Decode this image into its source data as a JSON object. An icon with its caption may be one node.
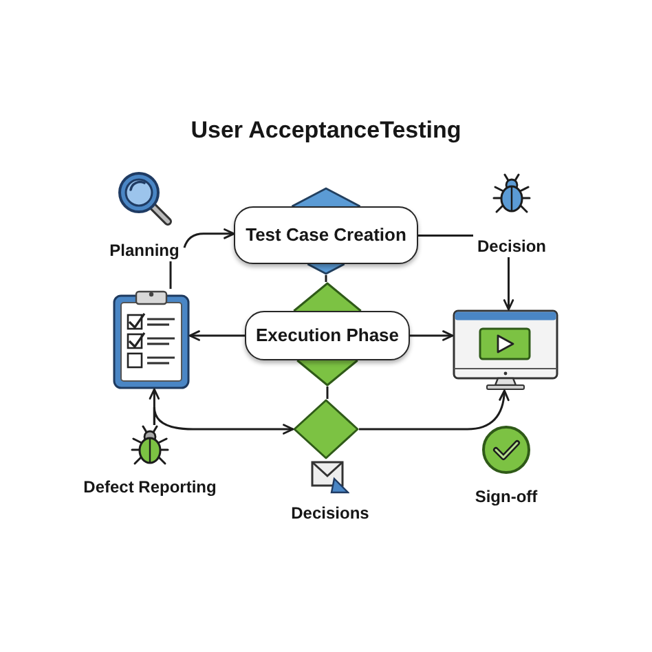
{
  "diagram": {
    "title": "User AcceptanceTesting",
    "nodes": [
      {
        "text": [
          "Planning"
        ]
      },
      {
        "text": [
          "Test Case Creation"
        ]
      },
      {
        "text": [
          "Decision"
        ]
      },
      {
        "text": [],
        "shape": "picture"
      },
      {
        "text": [
          "Execution Phase"
        ]
      },
      {
        "text": [],
        "shape": "picture"
      },
      {
        "text": [],
        "shape": "diamond"
      },
      {
        "text": [
          "Defect Reporting"
        ]
      },
      {
        "text": [
          "Decisions"
        ]
      },
      {
        "text": [
          "Sign-off"
        ]
      }
    ],
    "edges": [
      {
        "from": 3,
        "to": 0,
        "arrow": "none"
      },
      {
        "from": 0,
        "to": 1,
        "arrow": "to"
      },
      {
        "from": 1,
        "to": 4,
        "arrow": "none"
      },
      {
        "from": 1,
        "to": 2,
        "arrow": "none"
      },
      {
        "from": 2,
        "to": 5,
        "arrow": "to"
      },
      {
        "from": 4,
        "to": 3,
        "arrow": "to"
      },
      {
        "from": 4,
        "to": 5,
        "arrow": "to"
      },
      {
        "from": 4,
        "to": 6,
        "arrow": "none"
      },
      {
        "from": 7,
        "to": 3,
        "arrow": "to"
      },
      {
        "from": 7,
        "to": 6,
        "arrow": "to"
      },
      {
        "from": 6,
        "to": 5,
        "arrow": "to"
      }
    ]
  }
}
